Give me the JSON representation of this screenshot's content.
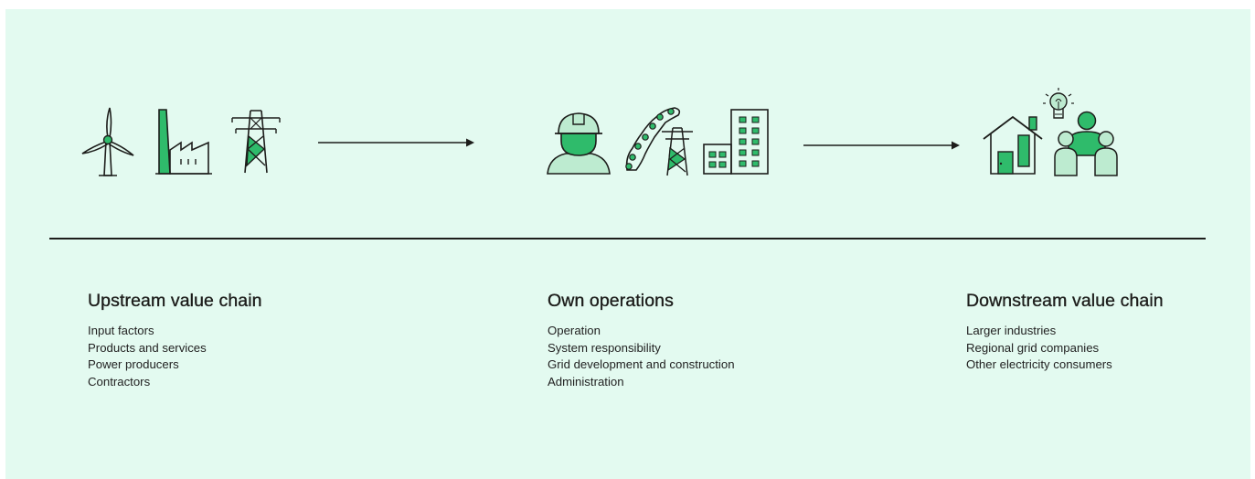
{
  "accent_green": "#2fbb6b",
  "light_green": "#bdebd0",
  "background": "#e3faf0",
  "stages": [
    {
      "title": "Upstream value chain",
      "items": [
        "Input factors",
        "Products and services",
        "Power producers",
        "Contractors"
      ],
      "icons": [
        "wind-turbine-icon",
        "factory-icon",
        "transmission-tower-icon"
      ]
    },
    {
      "title": "Own operations",
      "items": [
        "Operation",
        "System responsibility",
        "Grid development and construction",
        "Administration"
      ],
      "icons": [
        "worker-hard-hat-icon",
        "norway-grid-map-icon",
        "office-building-icon"
      ]
    },
    {
      "title": "Downstream value chain",
      "items": [
        "Larger industries",
        "Regional grid companies",
        "Other electricity consumers"
      ],
      "icons": [
        "house-icon",
        "lightbulb-icon",
        "people-group-icon"
      ]
    }
  ]
}
